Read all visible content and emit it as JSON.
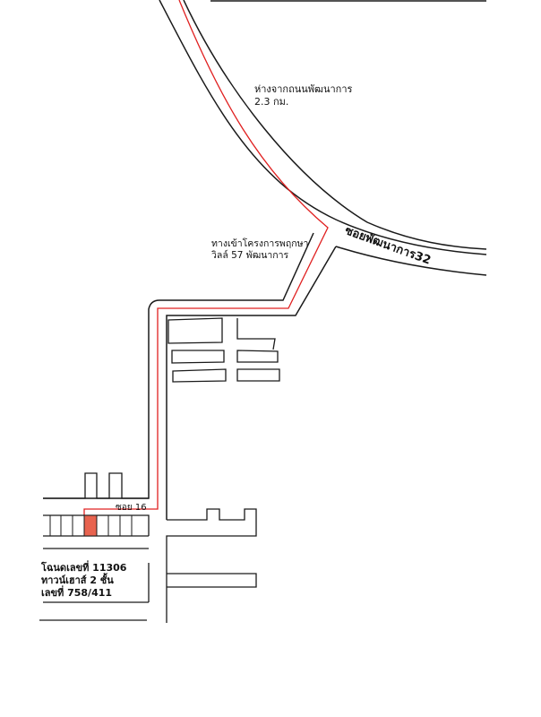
{
  "map": {
    "distance_note": {
      "line1": "ห่างจากถนนพัฒนาการ",
      "line2": "2.3 กม."
    },
    "main_road_label": "ซอยพัฒนาการ32",
    "entrance_note": {
      "line1": "ทางเข้าโครงการพฤกษา",
      "line2": "วิลล์ 57 พัฒนาการ"
    },
    "alley_label": "ซอย 16",
    "plot_info": {
      "deed": "โฉนดเลขที่ 11306",
      "type": "ทาวน์เฮาส์ 2 ชั้น",
      "house_no": "เลขที่ 758/411"
    }
  },
  "colors": {
    "road_line": "#1a1a1a",
    "route": "#e02020",
    "target_plot": "#e8634f",
    "background": "#ffffff"
  }
}
